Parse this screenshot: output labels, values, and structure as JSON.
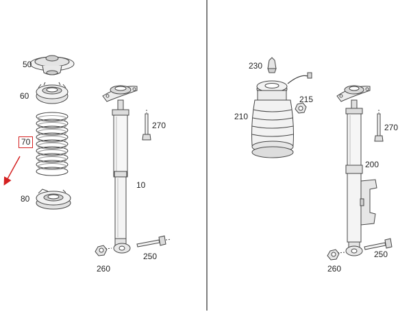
{
  "colors": {
    "line": "#444444",
    "part_fill": "#f2f2f2",
    "shade": "#d9d9d9",
    "dark": "#9a9a9a",
    "highlight": "#d42020"
  },
  "left_panel": {
    "labels": {
      "p50": "50",
      "p60": "60",
      "p70": "70",
      "p80": "80",
      "p10": "10",
      "p270": "270",
      "p250": "250",
      "p260": "260"
    },
    "highlighted_part": "70"
  },
  "right_panel": {
    "labels": {
      "p230": "230",
      "p215": "215",
      "p210": "210",
      "p270": "270",
      "p200": "200",
      "p250": "250",
      "p260": "260"
    }
  }
}
